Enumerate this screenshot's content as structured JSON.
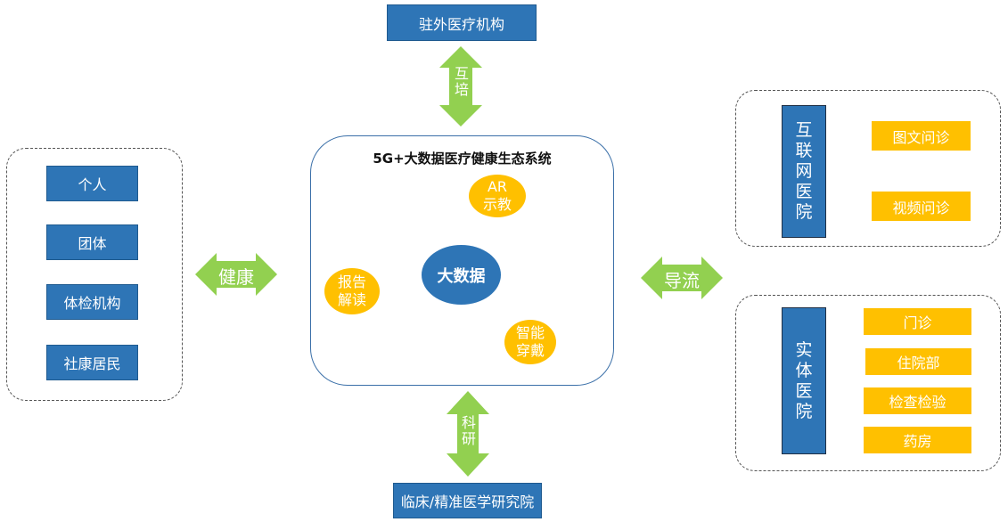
{
  "core": {
    "title": "5G+大数据医疗健康生态系统",
    "center": "大数据",
    "satellites": [
      "AR示教",
      "报告解读",
      "智能穿戴"
    ]
  },
  "top": {
    "label": "驻外医疗机构",
    "arrow": "互培"
  },
  "bottom": {
    "label": "临床/精准医学研究院",
    "arrow": "科研"
  },
  "left": {
    "arrow": "健康",
    "items": [
      "个人",
      "团体",
      "体检机构",
      "社康居民"
    ]
  },
  "right": {
    "arrow": "导流",
    "internet": {
      "label": "互联网医院",
      "items": [
        "图文问诊",
        "视频问诊"
      ]
    },
    "physical": {
      "label": "实体医院",
      "items": [
        "门诊",
        "住院部",
        "检查检验",
        "药房"
      ]
    }
  },
  "colors": {
    "blue": "#2e75b6",
    "gold": "#ffc000",
    "green": "#92d050"
  }
}
